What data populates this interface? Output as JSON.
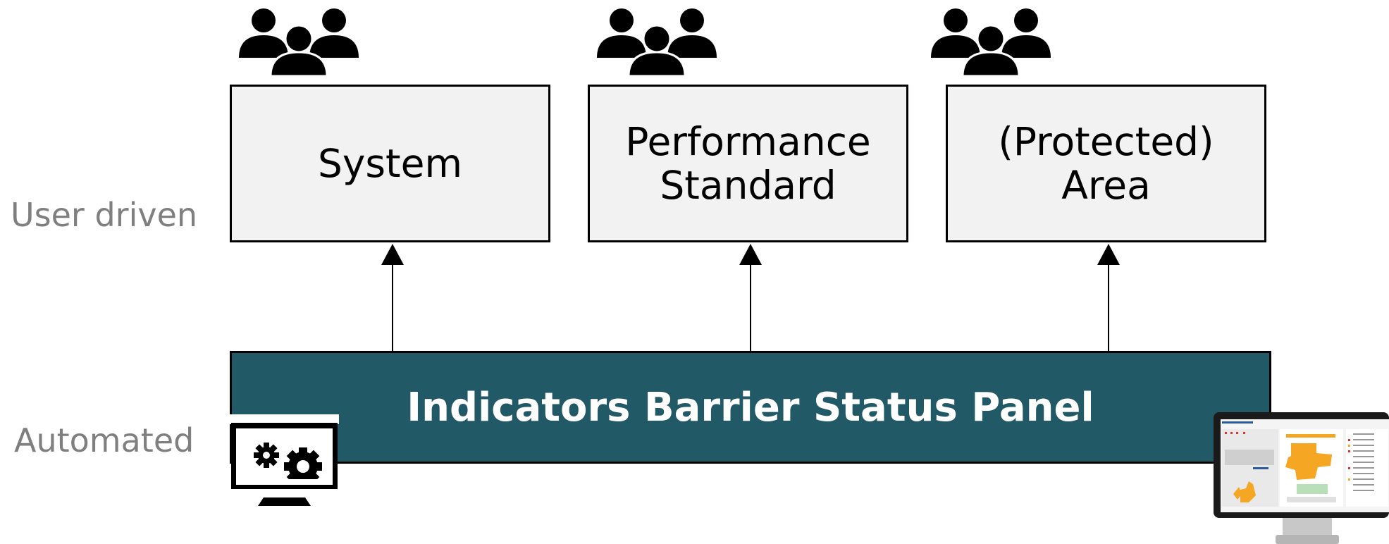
{
  "labels": {
    "user_driven": "User driven",
    "automated": "Automated"
  },
  "boxes": [
    {
      "label": "System"
    },
    {
      "label": "Performance\nStandard"
    },
    {
      "label": "(Protected)\nArea"
    }
  ],
  "panel": {
    "label": "Indicators Barrier Status Panel"
  },
  "colors": {
    "panel": "#215967",
    "box": "#f2f2f2",
    "side_label": "#7f7f7f",
    "monitor_accent": "#f5a623"
  },
  "icons": {
    "group": "people-group-icon",
    "automation": "monitor-gears-icon",
    "dashboard": "dashboard-monitor-icon"
  }
}
